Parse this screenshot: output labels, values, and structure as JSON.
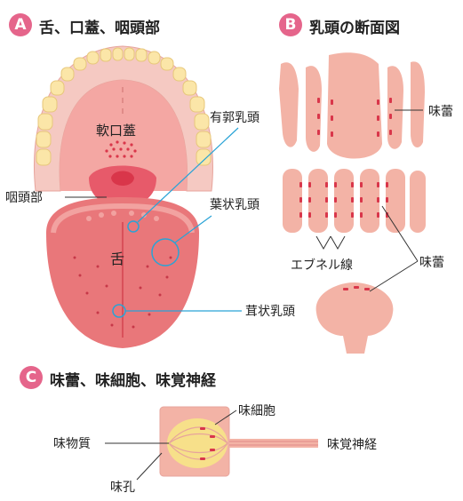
{
  "colors": {
    "badge": "#e5658b",
    "leader_blue": "#29a3d6",
    "leader_dark": "#333333",
    "tongue": "#e9777a",
    "tongue_dark": "#d9505a",
    "palate": "#f4a7a3",
    "gum": "#f5c9c2",
    "tooth": "#fbe6a8",
    "tissue": "#f3b3a6",
    "bud": "#d9364a",
    "cell_yellow": "#f7e08a"
  },
  "section_a": {
    "badge": "A",
    "title": "舌、口蓋、咽頭部",
    "labels": {
      "soft_palate": "軟口蓋",
      "pharynx": "咽頭部",
      "tongue": "舌",
      "circumvallate": "有郭乳頭",
      "foliate": "葉状乳頭",
      "fungiform": "茸状乳頭"
    }
  },
  "section_b": {
    "badge": "B",
    "title": "乳頭の断面図",
    "labels": {
      "taste_bud_top": "味蕾",
      "taste_bud_mid": "味蕾",
      "ebner": "エブネル線"
    }
  },
  "section_c": {
    "badge": "C",
    "title": "味蕾、味細胞、味覚神経",
    "labels": {
      "taste_cell": "味細胞",
      "taste_substance": "味物質",
      "taste_nerve": "味覚神経",
      "taste_pore": "味孔"
    }
  }
}
